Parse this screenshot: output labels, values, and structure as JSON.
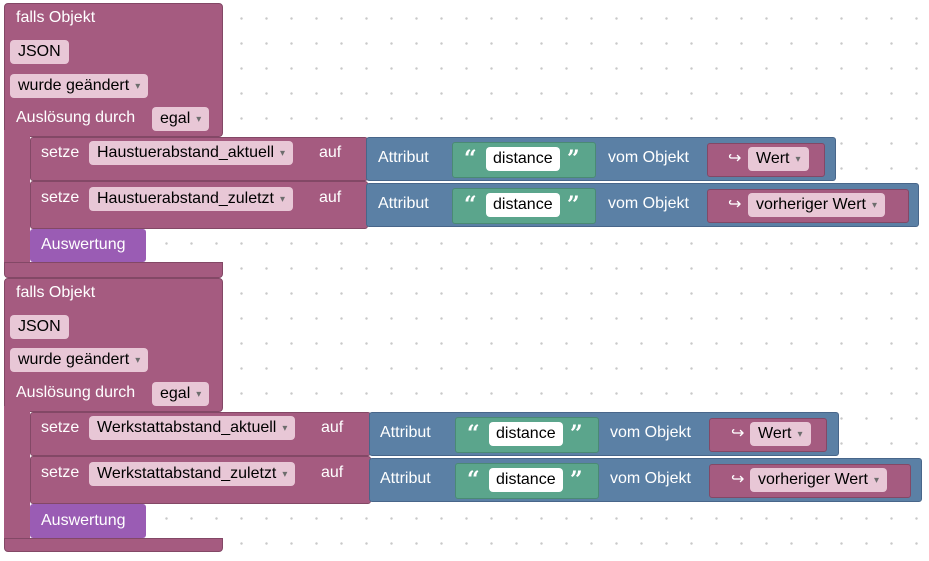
{
  "groups": [
    {
      "trigger": {
        "label": "falls Objekt",
        "object_id": "JSON",
        "event": "wurde geändert",
        "trigger_label": "Auslösung durch",
        "trigger_value": "egal"
      },
      "rows": [
        {
          "set_label": "setze",
          "variable": "Haustuerabstand_aktuell",
          "on_label": "auf",
          "attr_label": "Attribut",
          "attr_value": "distance",
          "from_label": "vom Objekt",
          "source": "Wert"
        },
        {
          "set_label": "setze",
          "variable": "Haustuerabstand_zuletzt",
          "on_label": "auf",
          "attr_label": "Attribut",
          "attr_value": "distance",
          "from_label": "vom Objekt",
          "source": "vorheriger Wert"
        }
      ],
      "function_label": "Auswertung"
    },
    {
      "trigger": {
        "label": "falls Objekt",
        "object_id": "JSON",
        "event": "wurde geändert",
        "trigger_label": "Auslösung durch",
        "trigger_value": "egal"
      },
      "rows": [
        {
          "set_label": "setze",
          "variable": "Werkstattabstand_aktuell",
          "on_label": "auf",
          "attr_label": "Attribut",
          "attr_value": "distance",
          "from_label": "vom Objekt",
          "source": "Wert"
        },
        {
          "set_label": "setze",
          "variable": "Werkstattabstand_zuletzt",
          "on_label": "auf",
          "attr_label": "Attribut",
          "attr_value": "distance",
          "from_label": "vom Objekt",
          "source": "vorheriger Wert"
        }
      ],
      "function_label": "Auswertung"
    }
  ],
  "icons": {
    "return": "return-arrow-icon",
    "quote_open": "quote-open-icon",
    "quote_close": "quote-close-icon"
  },
  "colors": {
    "event_block": "#a55b80",
    "attribute_block": "#5b80a5",
    "text_block": "#5ba58c",
    "function_block": "#9a5cb4",
    "field_bg": "#e8c7d6"
  }
}
